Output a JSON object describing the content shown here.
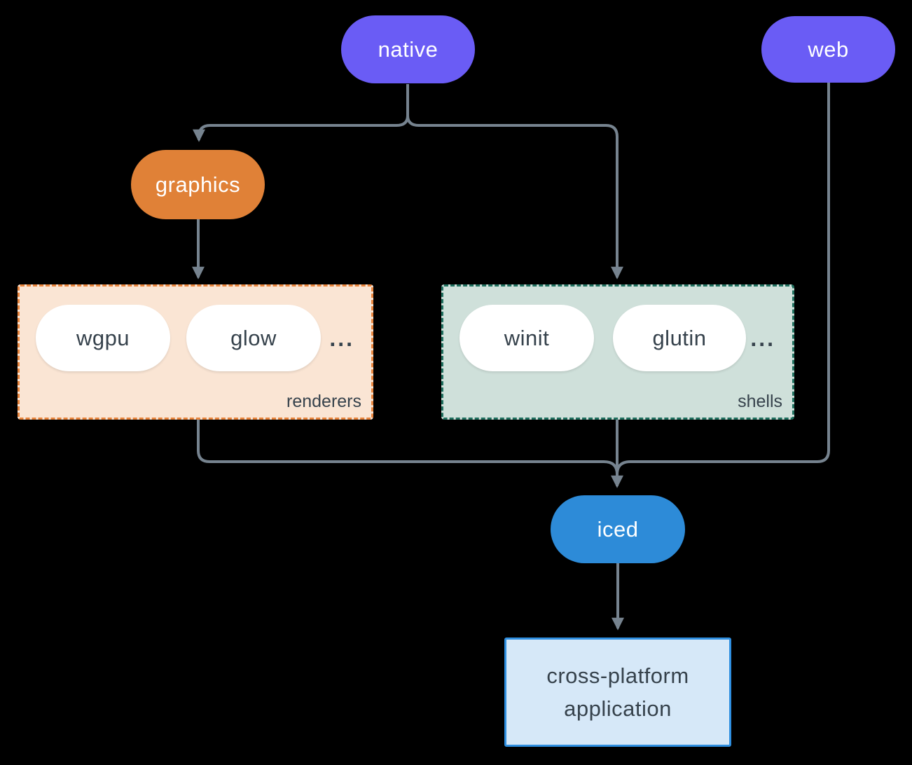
{
  "theme": {
    "purple": "#6A5CF5",
    "orange": "#E08137",
    "blue": "#2D8BD8",
    "app-bg": "#D6E8F8",
    "app-border": "#2F8FE0",
    "renderers-bg": "#FAE5D4",
    "renderers-border": "#E8843C",
    "shells-bg": "#CFE0DA",
    "shells-border": "#20705F",
    "line": "#76838F",
    "ink": "#36424C",
    "pill-text": "#FFFFFF"
  },
  "nodes": {
    "native": {
      "label": "native",
      "color": "#6A5CF5"
    },
    "web": {
      "label": "web",
      "color": "#6A5CF5"
    },
    "graphics": {
      "label": "graphics",
      "color": "#E08137"
    },
    "iced": {
      "label": "iced",
      "color": "#2D8BD8"
    },
    "app": {
      "line1": "cross-platform",
      "line2": "application",
      "bg": "#D6E8F8",
      "border": "#2F8FE0"
    }
  },
  "groups": {
    "renderers": {
      "label": "renderers",
      "items": [
        {
          "label": "wgpu"
        },
        {
          "label": "glow"
        }
      ],
      "ellipsis": "...",
      "bg": "#FAE5D4",
      "border": "#E8843C"
    },
    "shells": {
      "label": "shells",
      "items": [
        {
          "label": "winit"
        },
        {
          "label": "glutin"
        }
      ],
      "ellipsis": "...",
      "bg": "#CFE0DA",
      "border": "#20705F"
    }
  },
  "edges": [
    {
      "from": "native",
      "to": "graphics"
    },
    {
      "from": "native",
      "to": "shells"
    },
    {
      "from": "graphics",
      "to": "renderers"
    },
    {
      "from": "renderers",
      "to": "iced"
    },
    {
      "from": "shells",
      "to": "iced"
    },
    {
      "from": "web",
      "to": "iced"
    },
    {
      "from": "iced",
      "to": "app"
    }
  ],
  "connector_color": "#76838F"
}
